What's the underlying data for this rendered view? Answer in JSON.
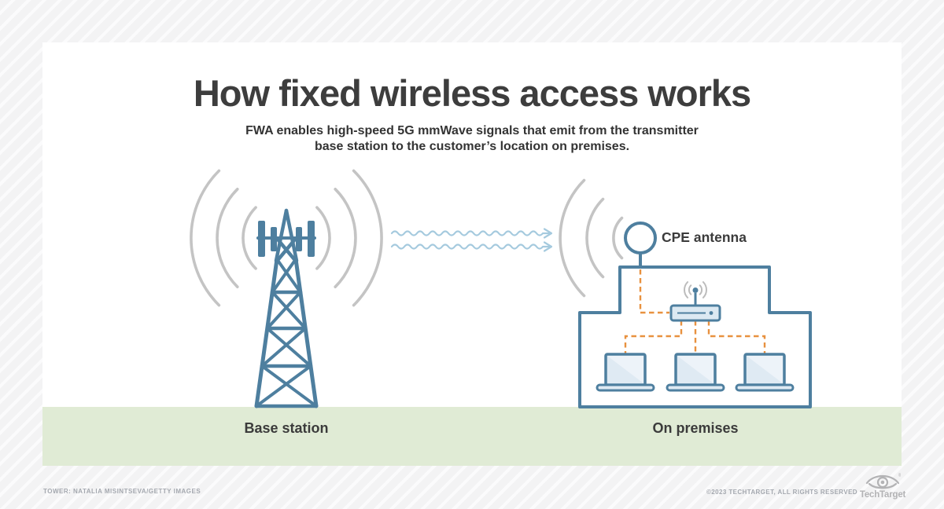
{
  "page": {
    "title": "How fixed wireless access works",
    "subtitle_line1": "FWA enables high-speed 5G mmWave signals that emit from the transmitter",
    "subtitle_line2": "base station to the customer’s location on premises."
  },
  "diagram": {
    "labels": {
      "cpe_antenna": "CPE antenna",
      "base_station": "Base station",
      "on_premises": "On premises"
    },
    "icons": {
      "cell_tower": "cell-tower-icon",
      "radio_waves": "radio-waves-icon",
      "transmission_arrows": "wavy-arrow-icon",
      "cpe_antenna": "cpe-antenna-icon",
      "premises_building": "building-outline-icon",
      "wifi_router": "wifi-router-icon",
      "laptop": "laptop-icon"
    },
    "colors": {
      "steel_blue": "#4E7F9F",
      "device_fill": "#DFEAF3",
      "wave_blue": "#A5CADE",
      "signal_gray": "#C4C4C4",
      "dashed_orange": "#E8913F",
      "ground_green": "#E0EBD5",
      "text_dark": "#3D3D3D"
    }
  },
  "footer": {
    "credit": "TOWER: NATALIA MISINTSEVA/GETTY IMAGES",
    "copyright": "©2023 TECHTARGET, ALL RIGHTS RESERVED",
    "brand": "TechTarget"
  }
}
